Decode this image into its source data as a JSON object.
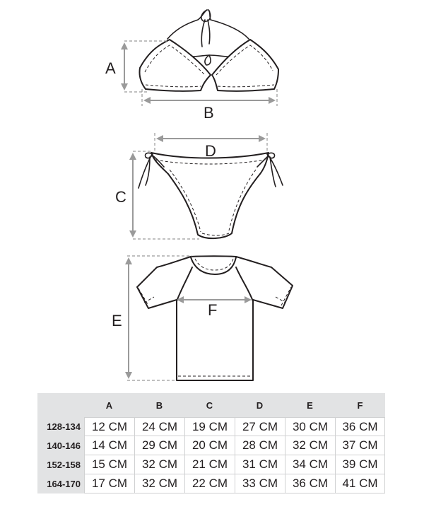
{
  "diagram": {
    "labels": {
      "a": "A",
      "b": "B",
      "c": "C",
      "d": "D",
      "e": "E",
      "f": "F"
    },
    "line_color": "#231f20",
    "dimension_color": "#9a9a9a"
  },
  "table": {
    "columns": [
      "A",
      "B",
      "C",
      "D",
      "E",
      "F"
    ],
    "rows": [
      {
        "size": "128-134",
        "values": [
          "12 CM",
          "24 CM",
          "19 CM",
          "27 CM",
          "30 CM",
          "36 CM"
        ]
      },
      {
        "size": "140-146",
        "values": [
          "14 CM",
          "29 CM",
          "20 CM",
          "28 CM",
          "32 CM",
          "37 CM"
        ]
      },
      {
        "size": "152-158",
        "values": [
          "15 CM",
          "32 CM",
          "21 CM",
          "31 CM",
          "34 CM",
          "39 CM"
        ]
      },
      {
        "size": "164-170",
        "values": [
          "17 CM",
          "32 CM",
          "22 CM",
          "33 CM",
          "36 CM",
          "41 CM"
        ]
      }
    ],
    "header_bg": "#e2e3e4"
  }
}
